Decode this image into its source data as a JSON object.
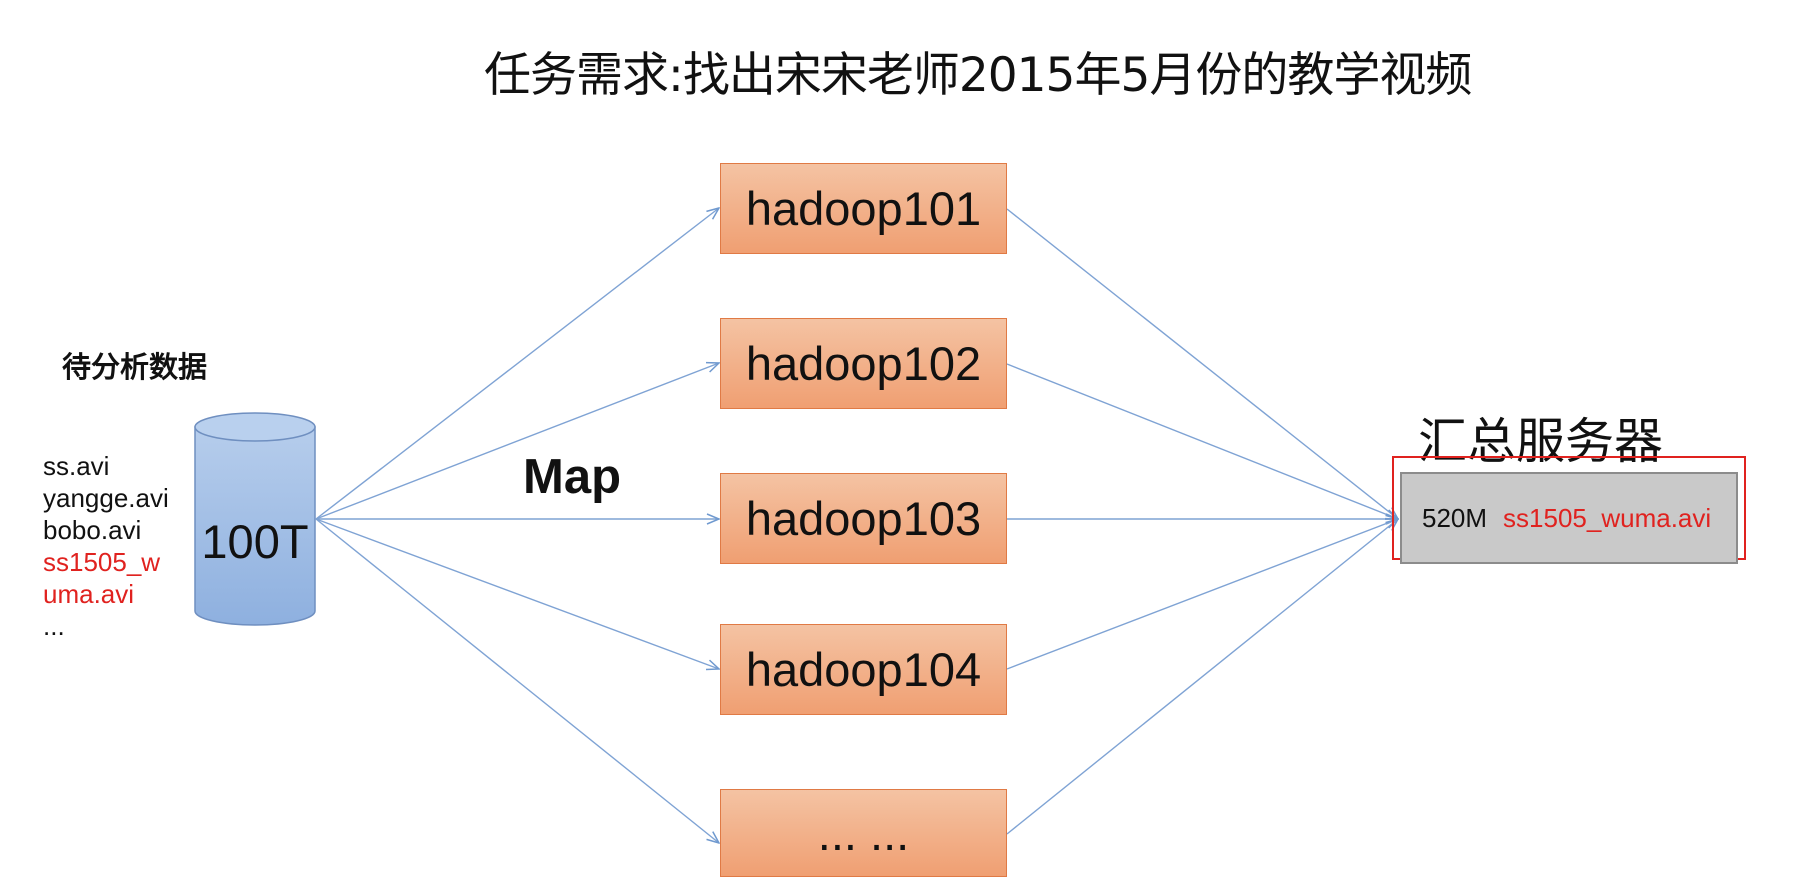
{
  "title": "任务需求:找出宋宋老师2015年5月份的教学视频",
  "source": {
    "label": "待分析数据",
    "files": [
      {
        "text": "ss.avi",
        "highlight": false
      },
      {
        "text": "yangge.avi",
        "highlight": false
      },
      {
        "text": "bobo.avi",
        "highlight": false
      },
      {
        "text": "ss1505_w",
        "highlight": true
      },
      {
        "text": "uma.avi",
        "highlight": true
      },
      {
        "text": "...",
        "highlight": false
      }
    ],
    "storage_label": "100T"
  },
  "map_label": "Map",
  "nodes": [
    {
      "label": "hadoop101"
    },
    {
      "label": "hadoop102"
    },
    {
      "label": "hadoop103"
    },
    {
      "label": "hadoop104"
    },
    {
      "label": "... ..."
    }
  ],
  "server": {
    "label": "汇总服务器",
    "size": "520M",
    "file": "ss1505_wuma.avi"
  },
  "colors": {
    "node_fill_top": "#f4c3a3",
    "node_fill_bottom": "#f09f72",
    "cylinder": "#9dbbe3",
    "arrow": "#6f99cf",
    "highlight": "#e0221f"
  }
}
